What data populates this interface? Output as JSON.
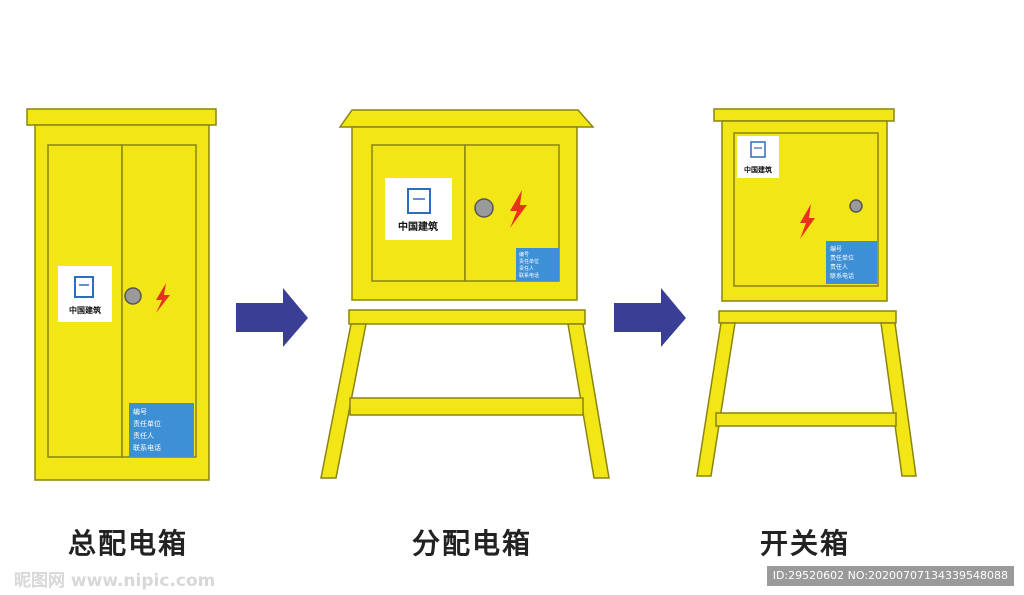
{
  "captions": {
    "main_box": "总配电箱",
    "distribution_box": "分配电箱",
    "switch_box": "开关箱"
  },
  "logo_text": "中国建筑",
  "info_panel": [
    "编号",
    "责任单位",
    "责任人",
    "联系电话"
  ],
  "watermark": {
    "left": "昵图网 www.nipic.com",
    "right": "ID:29520602 NO:20200707134339548088"
  },
  "colors": {
    "cabinet_yellow": "#f2e617",
    "outline": "#8a8410",
    "arrow": "#3a3f95",
    "info_panel": "#3d8fd6",
    "bolt": "#e8321e"
  }
}
